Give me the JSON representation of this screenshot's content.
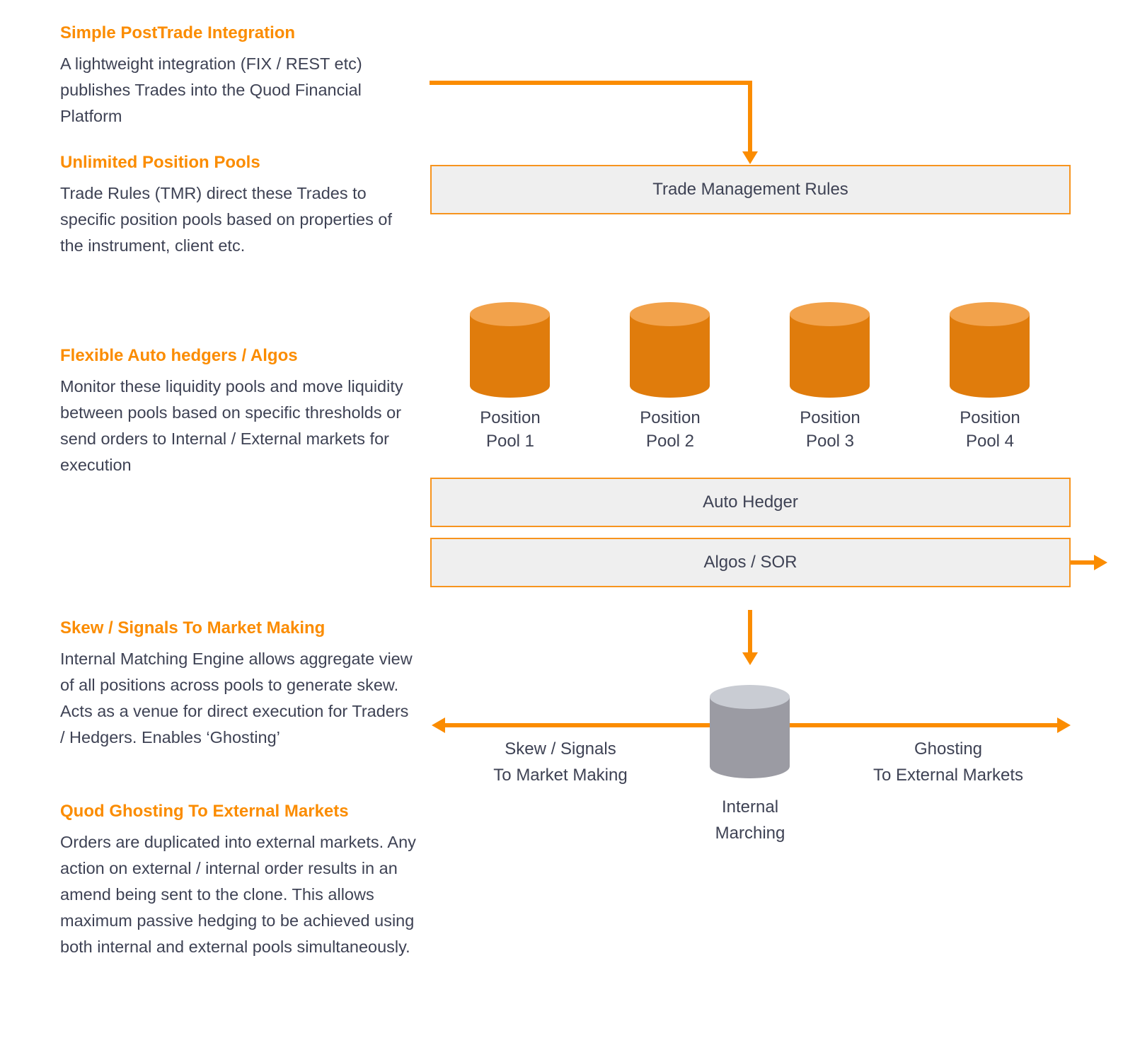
{
  "colors": {
    "accent_orange": "#fb8c00",
    "box_border": "#f7941e",
    "box_fill": "#efefef",
    "pool_cylinder_body": "#e07c0c",
    "pool_cylinder_top": "#f2a24b",
    "internal_cylinder_body": "#9b9ba3",
    "internal_cylinder_top": "#c9ccd3",
    "text": "#3e4254"
  },
  "notes": [
    {
      "heading": "Simple PostTrade Integration",
      "body": "A lightweight integration (FIX / REST etc) publishes Trades into the Quod Financial Platform"
    },
    {
      "heading": "Unlimited Position Pools",
      "body": "Trade Rules (TMR) direct these Trades to specific position pools based on properties of the instrument, client etc."
    },
    {
      "heading": "Flexible Auto hedgers / Algos",
      "body": "Monitor these liquidity pools and move liquidity between pools based on specific thresholds or send orders to Internal / External markets for execution"
    },
    {
      "heading": "Skew / Signals To Market Making",
      "body": "Internal Matching Engine allows aggregate view of all positions across pools to generate skew. Acts as a venue for direct execution for Traders / Hedgers. Enables ‘Ghosting’"
    },
    {
      "heading": "Quod Ghosting To External Markets",
      "body": "Orders are duplicated into external markets. Any action on external / internal order results in an amend being sent to the clone. This allows maximum passive hedging to be achieved using both internal and external pools simultaneously."
    }
  ],
  "diagram": {
    "tmr_box_label": "Trade Management Rules",
    "auto_hedger_box_label": "Auto Hedger",
    "algos_box_label": "Algos / SOR",
    "pools": [
      {
        "line1": "Position",
        "line2": "Pool 1"
      },
      {
        "line1": "Position",
        "line2": "Pool 2"
      },
      {
        "line1": "Position",
        "line2": "Pool 3"
      },
      {
        "line1": "Position",
        "line2": "Pool 4"
      }
    ],
    "skew_arrow_label": {
      "line1": "Skew / Signals",
      "line2": "To Market Making"
    },
    "ghosting_arrow_label": {
      "line1": "Ghosting",
      "line2": "To External Markets"
    },
    "internal_matching_label": {
      "line1": "Internal",
      "line2": "Marching"
    }
  }
}
